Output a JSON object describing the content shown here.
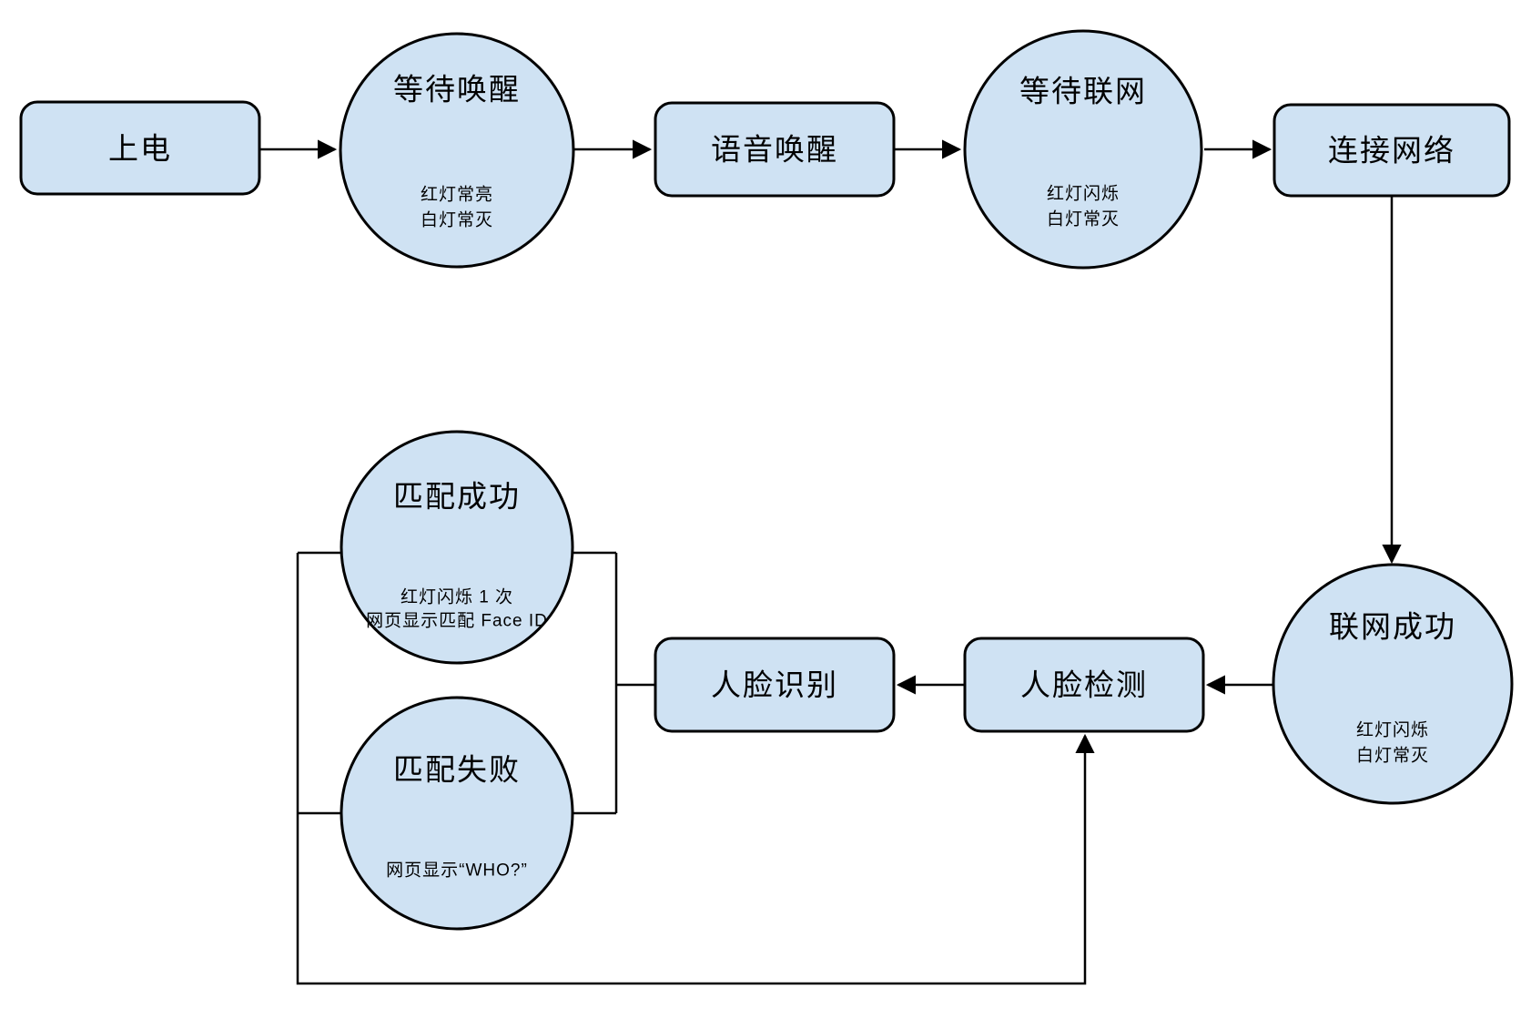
{
  "diagram": {
    "title_hint": "device boot / face-recognition state flowchart",
    "colors": {
      "node_fill": "#cfe2f3",
      "node_stroke": "#000000",
      "line": "#000000",
      "background": "#ffffff"
    },
    "nodes": {
      "power_on": {
        "label": "上电"
      },
      "wait_wake": {
        "label": "等待唤醒",
        "sub": [
          "红灯常亮",
          "白灯常灭"
        ]
      },
      "voice_wake": {
        "label": "语音唤醒"
      },
      "wait_network": {
        "label": "等待联网",
        "sub": [
          "红灯闪烁",
          "白灯常灭"
        ]
      },
      "connect_network": {
        "label": "连接网络"
      },
      "network_success": {
        "label": "联网成功",
        "sub": [
          "红灯闪烁",
          "白灯常灭"
        ]
      },
      "face_detect": {
        "label": "人脸检测"
      },
      "face_recognize": {
        "label": "人脸识别"
      },
      "match_success": {
        "label": "匹配成功",
        "sub": [
          "红灯闪烁 1 次",
          "网页显示匹配 Face ID"
        ]
      },
      "match_fail": {
        "label": "匹配失败",
        "sub": [
          "网页显示“WHO?”"
        ]
      }
    },
    "edges": [
      {
        "from": "power_on",
        "to": "wait_wake"
      },
      {
        "from": "wait_wake",
        "to": "voice_wake"
      },
      {
        "from": "voice_wake",
        "to": "wait_network"
      },
      {
        "from": "wait_network",
        "to": "connect_network"
      },
      {
        "from": "connect_network",
        "to": "network_success"
      },
      {
        "from": "network_success",
        "to": "face_detect"
      },
      {
        "from": "face_detect",
        "to": "face_recognize"
      },
      {
        "from": "face_recognize",
        "to": "match_success"
      },
      {
        "from": "face_recognize",
        "to": "match_fail"
      },
      {
        "from": "match_success",
        "to": "face_detect",
        "via": "bottom-loop"
      },
      {
        "from": "match_fail",
        "to": "face_detect",
        "via": "bottom-loop"
      }
    ]
  }
}
